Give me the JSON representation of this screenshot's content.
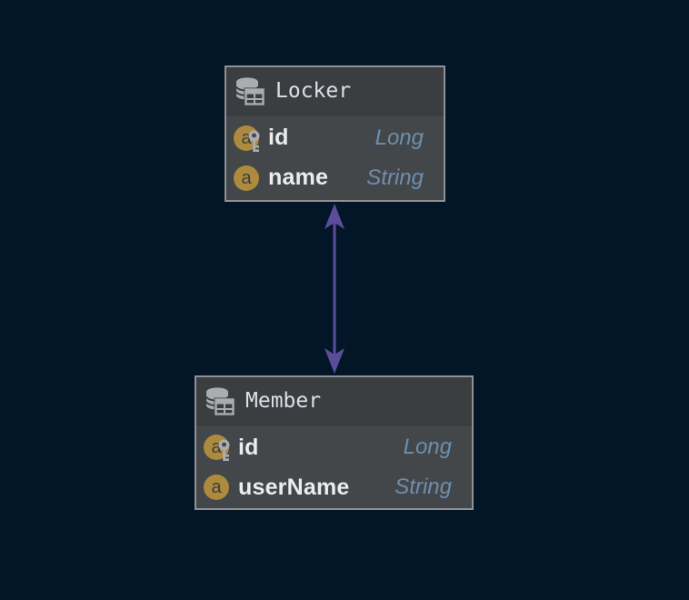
{
  "colors": {
    "canvas_background": "#031628",
    "node_border": "#8f9193",
    "node_header_background": "#3b3e40",
    "node_body_background": "#44474a",
    "entity_title_text": "#dbe1e8",
    "field_name_text": "#ececec",
    "field_type_text": "#6d8eae",
    "attribute_icon_gold": "#ad8a3d",
    "icon_gray": "#a9adb0",
    "relationship_arrow_purple": "#5c4d9b"
  },
  "diagram": {
    "attribute_icon_letter": "a",
    "entities": [
      {
        "title": "Locker",
        "fields": [
          {
            "name": "id",
            "type": "Long",
            "primary_key": true
          },
          {
            "name": "name",
            "type": "String",
            "primary_key": false
          }
        ]
      },
      {
        "title": "Member",
        "fields": [
          {
            "name": "id",
            "type": "Long",
            "primary_key": true
          },
          {
            "name": "userName",
            "type": "String",
            "primary_key": false
          }
        ]
      }
    ],
    "relationship": {
      "from": "Locker",
      "to": "Member",
      "direction": "bidirectional"
    }
  }
}
